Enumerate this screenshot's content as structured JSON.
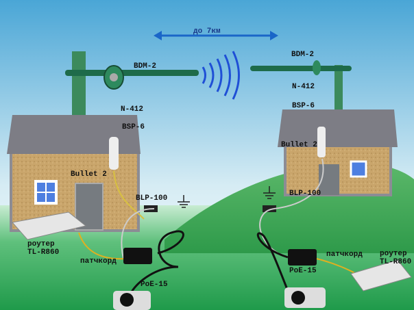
{
  "distance": "до 7км",
  "left": {
    "antenna": "BDM-2",
    "connector": "N-412",
    "protector_top": "BSP-6",
    "radio": "Bullet 2",
    "protector_bottom": "BLP-100",
    "router_line1": "роутер",
    "router_line2": "TL-R860",
    "patchcord": "патчкорд",
    "poe": "PoE-15"
  },
  "right": {
    "antenna": "BDM-2",
    "connector": "N-412",
    "protector_top": "BSP-6",
    "radio": "Bullet 2",
    "protector_bottom": "BLP-100",
    "router_line1": "роутер",
    "router_line2": "TL-R860",
    "patchcord": "патчкорд",
    "poe": "PoE-15"
  },
  "colors": {
    "sky": "#4aa6d6",
    "grass": "#2fa857",
    "antenna": "#1e6b4a",
    "wall": "#c9a56b",
    "roof": "#7d7d85"
  }
}
